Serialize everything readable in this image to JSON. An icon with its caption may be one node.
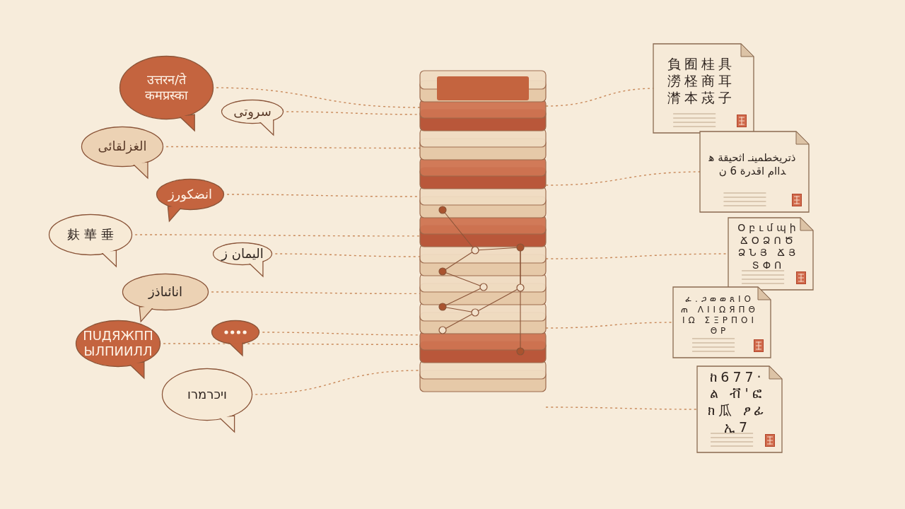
{
  "diagram": {
    "nodes": [
      {
        "text": [
          "उत्तरन/ते कमप्रस्का"
        ]
      },
      {
        "text": [
          "سروتی"
        ]
      },
      {
        "text": [
          "الغزلقائی"
        ]
      },
      {
        "text": [
          "انضكورز"
        ]
      },
      {
        "text": [
          "麸 華 垂"
        ]
      },
      {
        "text": [
          "اليمان ز"
        ]
      },
      {
        "text": [
          "انائںاذز"
        ]
      },
      {
        "text": [
          "ПUДЯЖПП ЫЛПИИЛЛ"
        ]
      },
      {
        "text": [],
        "shape": "bubble"
      },
      {
        "text": [
          "ויכרמרו"
        ]
      },
      {
        "text": [],
        "shape": "stack"
      },
      {
        "text": [
          "負囿桂具澇柽商耳潸本荗子"
        ]
      },
      {
        "text": [
          "ذتریخطمینـ اثحیقة هداام اقدرة 6 ن"
        ]
      },
      {
        "text": [
          "Օբւմպի ՃՕՁՈԾՁՆՅ ՃՅՏՓՈ"
        ]
      },
      {
        "text": [
          "ፈ.ጋወወጸΙΟጠ ΛΙΙΩЯΠΘΙΩ ΣΞΡΠΟΙΘΡ"
        ]
      },
      {
        "text": [
          "ከ677·ል ቭ'ፎ ክ瓜 ፆፊ ኢ7"
        ]
      }
    ],
    "edges": [
      {
        "from": 0,
        "to": 10,
        "arrow": "none",
        "style": "dashed"
      },
      {
        "from": 1,
        "to": 10,
        "arrow": "none",
        "style": "dashed"
      },
      {
        "from": 2,
        "to": 10,
        "arrow": "none",
        "style": "dashed"
      },
      {
        "from": 3,
        "to": 10,
        "arrow": "none",
        "style": "dashed"
      },
      {
        "from": 4,
        "to": 10,
        "arrow": "none",
        "style": "dashed"
      },
      {
        "from": 5,
        "to": 10,
        "arrow": "none",
        "style": "dashed"
      },
      {
        "from": 6,
        "to": 10,
        "arrow": "none",
        "style": "dashed"
      },
      {
        "from": 7,
        "to": 10,
        "arrow": "none",
        "style": "dashed"
      },
      {
        "from": 8,
        "to": 10,
        "arrow": "none",
        "style": "dashed"
      },
      {
        "from": 9,
        "to": 10,
        "arrow": "none",
        "style": "dashed"
      },
      {
        "from": 10,
        "to": 11,
        "arrow": "none",
        "style": "dashed"
      },
      {
        "from": 10,
        "to": 12,
        "arrow": "none",
        "style": "dashed"
      },
      {
        "from": 10,
        "to": 13,
        "arrow": "none",
        "style": "dashed"
      },
      {
        "from": 10,
        "to": 14,
        "arrow": "none",
        "style": "dashed"
      },
      {
        "from": 10,
        "to": 15,
        "arrow": "none",
        "style": "dashed"
      }
    ]
  }
}
